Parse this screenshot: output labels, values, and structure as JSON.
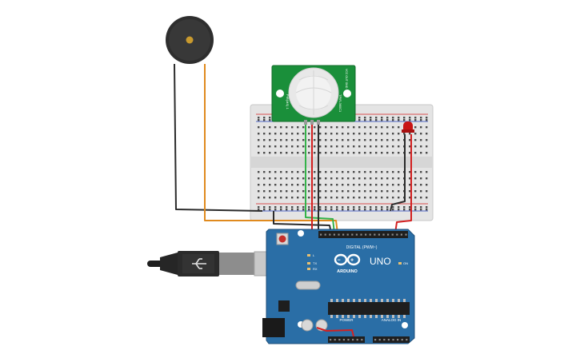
{
  "pir_sensor": {
    "label_left": "PIR(MS) 1",
    "label_right": "TPIR-360C1",
    "side_label": "VCC OUT GND"
  },
  "arduino": {
    "logo_text": "ARDUINO",
    "model_text": "UNO",
    "digital_header": "DIGITAL (PWM~)",
    "analog_header": "ANALOG IN",
    "power_header": "POWER",
    "led_l": "L",
    "led_tx": "TX",
    "led_rx": "RX",
    "led_on": "ON"
  },
  "colors": {
    "board": "#2a6ea6",
    "board_dark": "#1d4f7a",
    "breadboard": "#e6e6e6",
    "pir_pcb": "#1a8f3a",
    "wire_black": "#2b2b2b",
    "wire_orange": "#e08a1e",
    "wire_red": "#d32020",
    "wire_green": "#34b34a",
    "led_red": "#c91414"
  }
}
